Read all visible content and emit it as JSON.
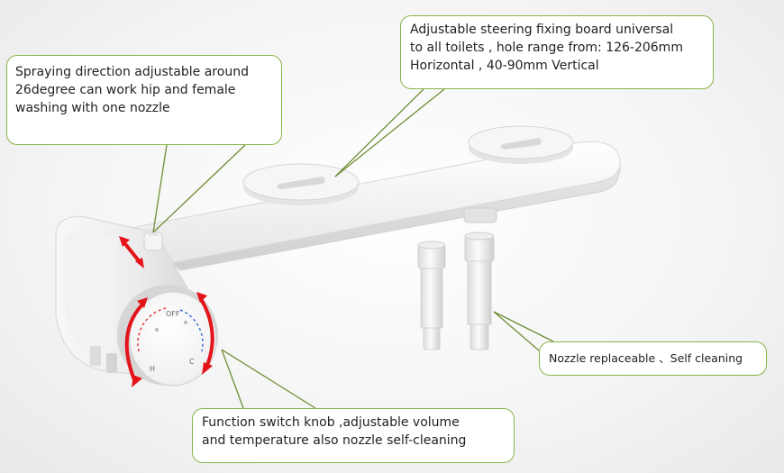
{
  "callouts": {
    "steering": {
      "lines": [
        "Adjustable steering fixing board universal",
        "to all toilets , hole range from: 126-206mm",
        "Horizontal , 40-90mm Vertical"
      ]
    },
    "spray": {
      "lines": [
        "Spraying direction adjustable around",
        "26degree can work hip and female",
        "washing with one nozzle"
      ]
    },
    "nozzle": {
      "lines": [
        "Nozzle replaceable 、Self cleaning"
      ]
    },
    "knob": {
      "lines": [
        "Function switch knob ,adjustable volume",
        "and temperature also nozzle self-cleaning"
      ]
    }
  },
  "knob_labels": {
    "off": "OFF",
    "hot": "H",
    "cold": "C"
  },
  "colors": {
    "callout_border": "#8ab24a",
    "leader_line": "#6e8f34",
    "arrow_red": "#e3141a",
    "hot_dash": "#e23c3c",
    "cold_dash": "#3a6fd6"
  }
}
